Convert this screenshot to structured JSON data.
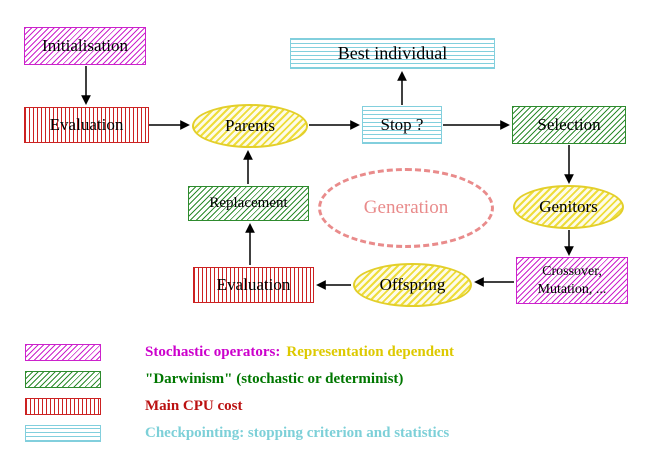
{
  "nodes": {
    "initialisation": "Initialisation",
    "evaluation_top": "Evaluation",
    "best_individual": "Best individual",
    "parents": "Parents",
    "stop": "Stop ?",
    "selection": "Selection",
    "replacement": "Replacement",
    "generation": "Generation",
    "genitors": "Genitors",
    "crossover_line1": "Crossover,",
    "crossover_line2": "Mutation, ...",
    "offspring": "Offspring",
    "evaluation_bottom": "Evaluation"
  },
  "legend": {
    "stochastic_label": "Stochastic operators:",
    "stochastic_extra": "Representation dependent",
    "darwinism": "\"Darwinism\" (stochastic or determinist)",
    "cpu": "Main CPU cost",
    "checkpointing": "Checkpointing: stopping criterion and statistics"
  },
  "colors": {
    "magenta": "#cc22cc",
    "green": "#2e8b2e",
    "red": "#cc2222",
    "cyan": "#82cfdd",
    "yellow": "#e3cf2a",
    "salmon": "#e98b8b",
    "legend_yellow": "#ddc900"
  }
}
